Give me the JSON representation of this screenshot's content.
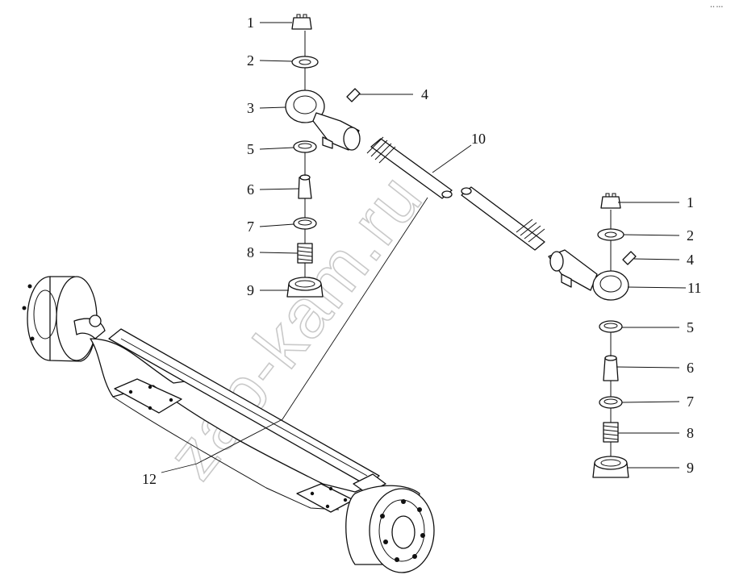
{
  "watermark": "zap-kam.ru",
  "corner_note": "•• •••",
  "callouts_left": [
    "1",
    "2",
    "3",
    "4",
    "5",
    "6",
    "7",
    "8",
    "9"
  ],
  "callouts_right": [
    "1",
    "2",
    "11",
    "4",
    "5",
    "6",
    "7",
    "8",
    "9"
  ],
  "callout_tie_rod": "10",
  "callout_axle": "12"
}
